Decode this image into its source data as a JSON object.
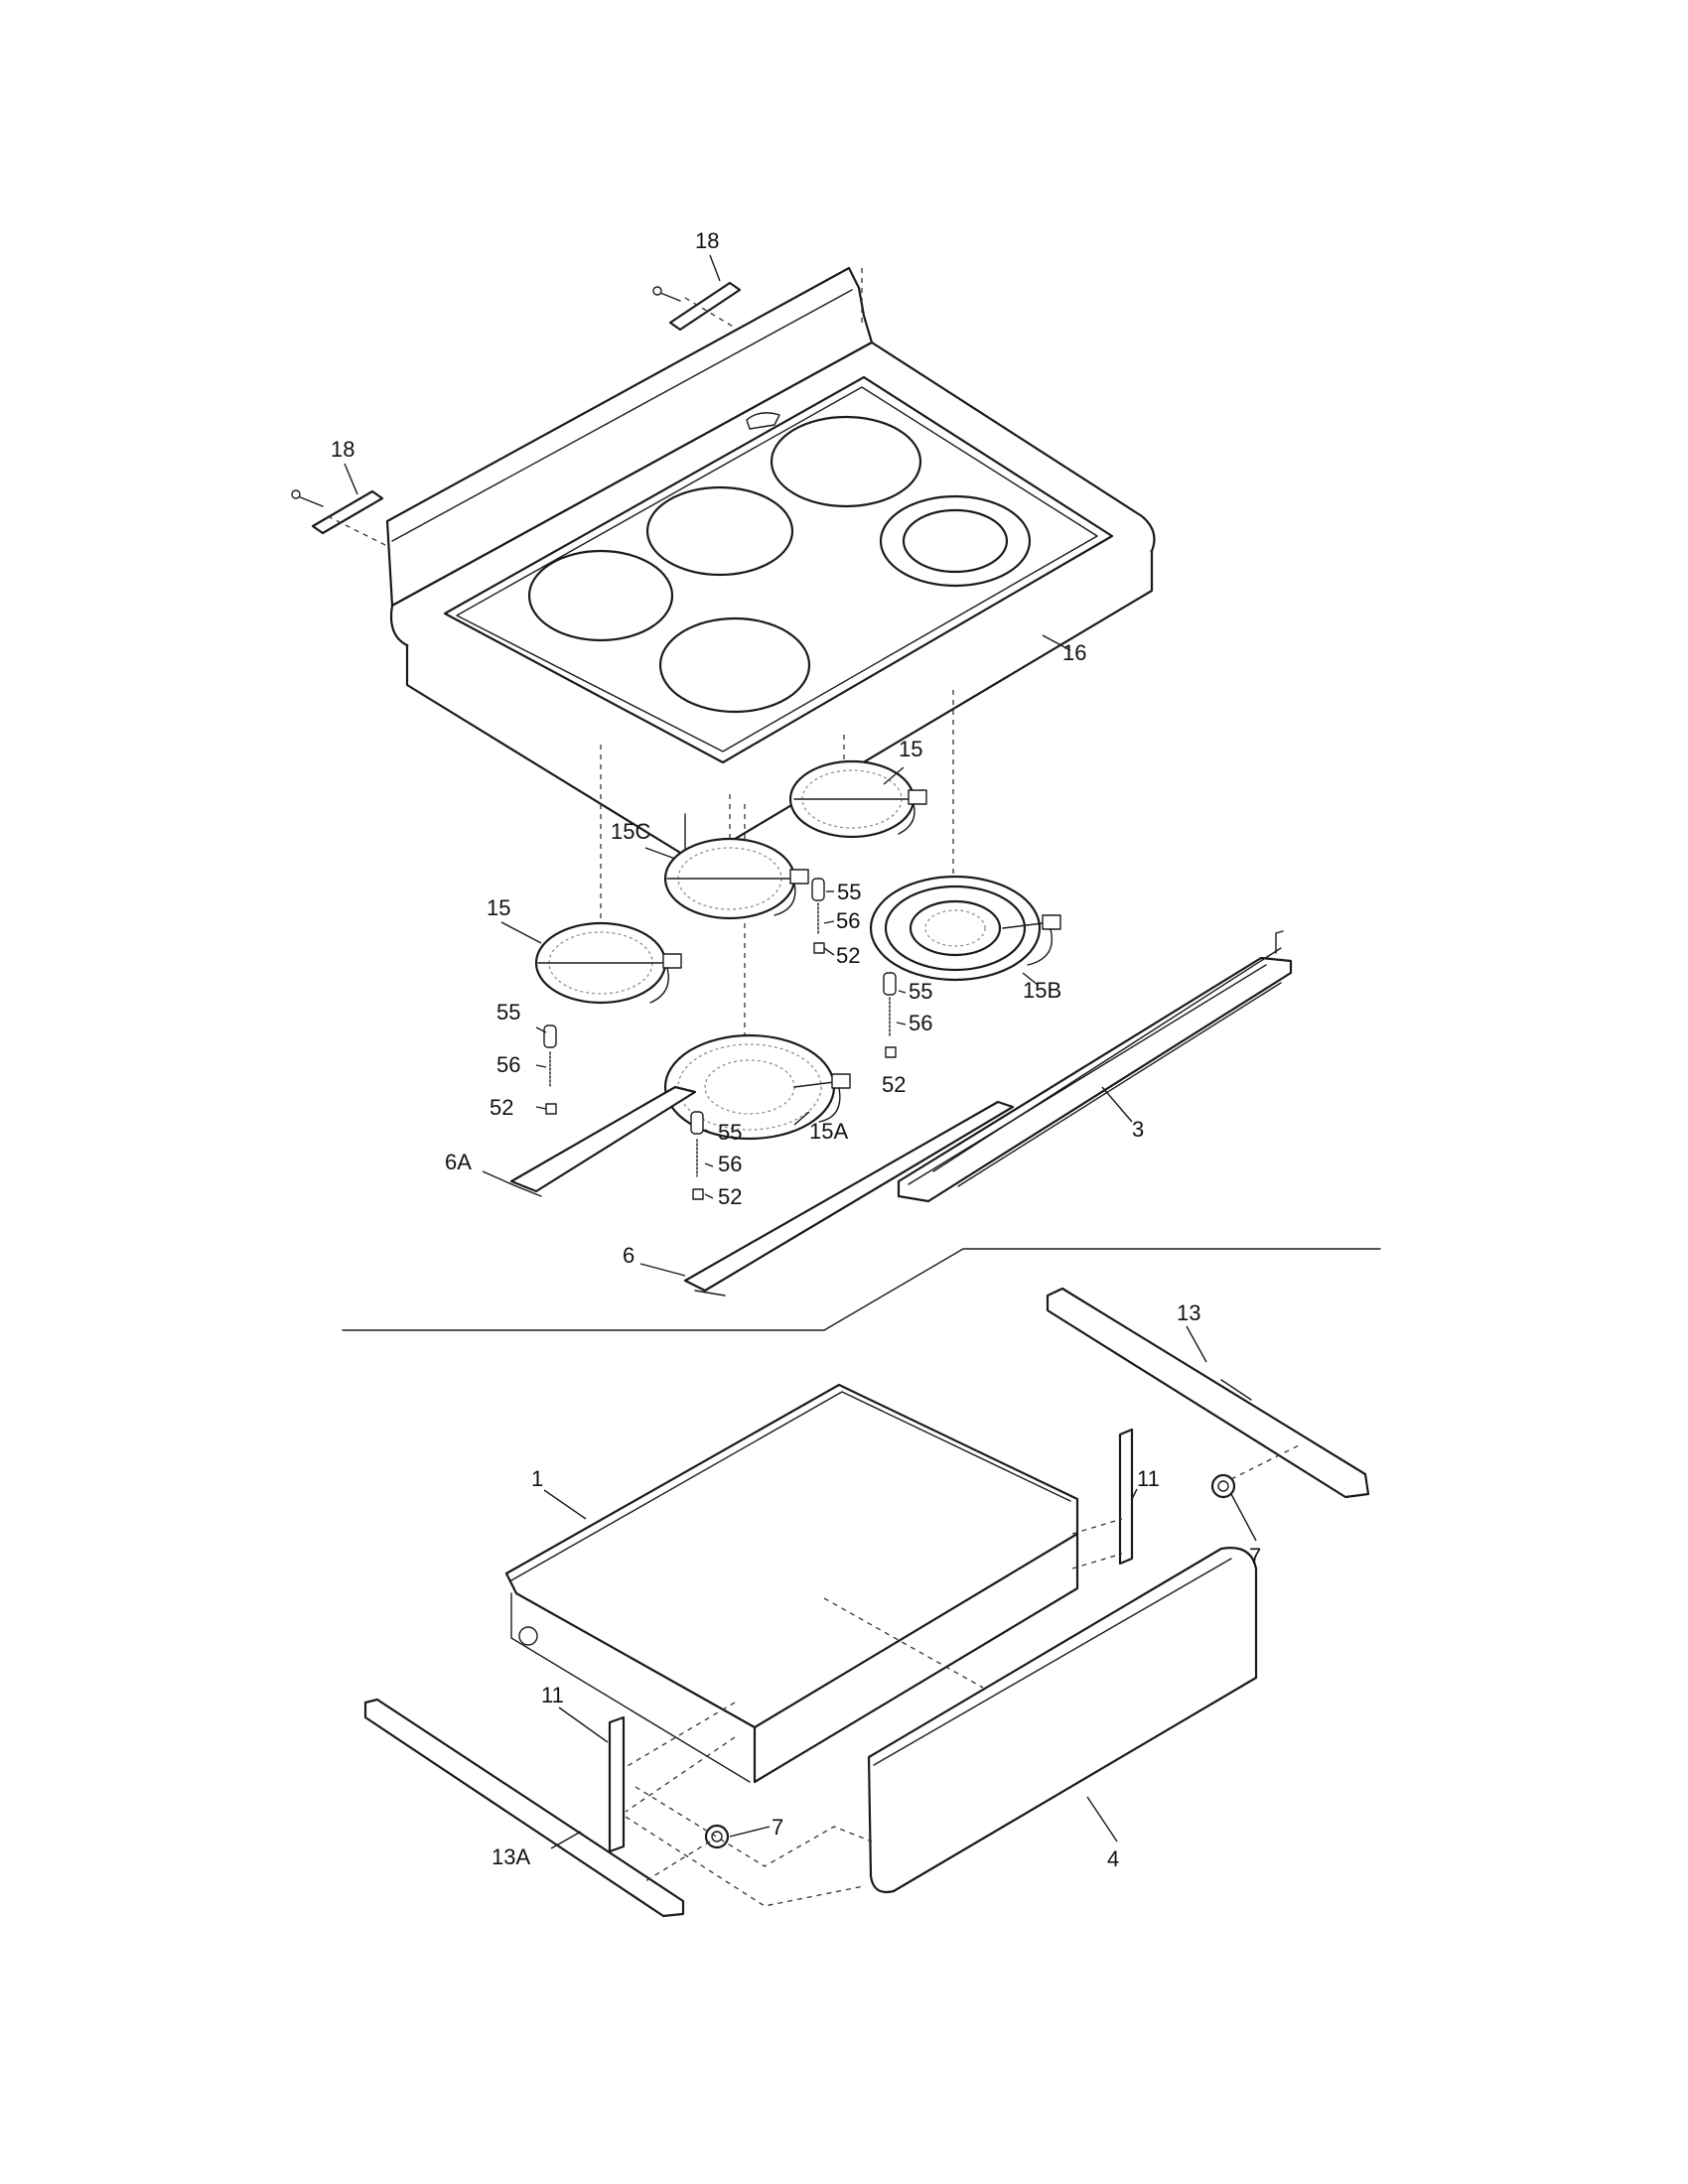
{
  "callouts": {
    "c18a": "18",
    "c18b": "18",
    "c16": "16",
    "c15a": "15",
    "c15b": "15",
    "c15c": "15C",
    "c15A": "15A",
    "c15B": "15B",
    "c55a": "55",
    "c56a": "56",
    "c52a": "52",
    "c55b": "55",
    "c56b": "56",
    "c52b": "52",
    "c55c": "55",
    "c56c": "56",
    "c52c": "52",
    "c55d": "55",
    "c56d": "56",
    "c52d": "52",
    "c3": "3",
    "c6A": "6A",
    "c6": "6",
    "c13": "13",
    "c13A": "13A",
    "c1": "1",
    "c11a": "11",
    "c11b": "11",
    "c7a": "7",
    "c7b": "7",
    "c4": "4"
  },
  "icons": [
    "screw-icon",
    "heating-element-icon",
    "rivet-icon",
    "rail-icon",
    "drawer-icon"
  ]
}
